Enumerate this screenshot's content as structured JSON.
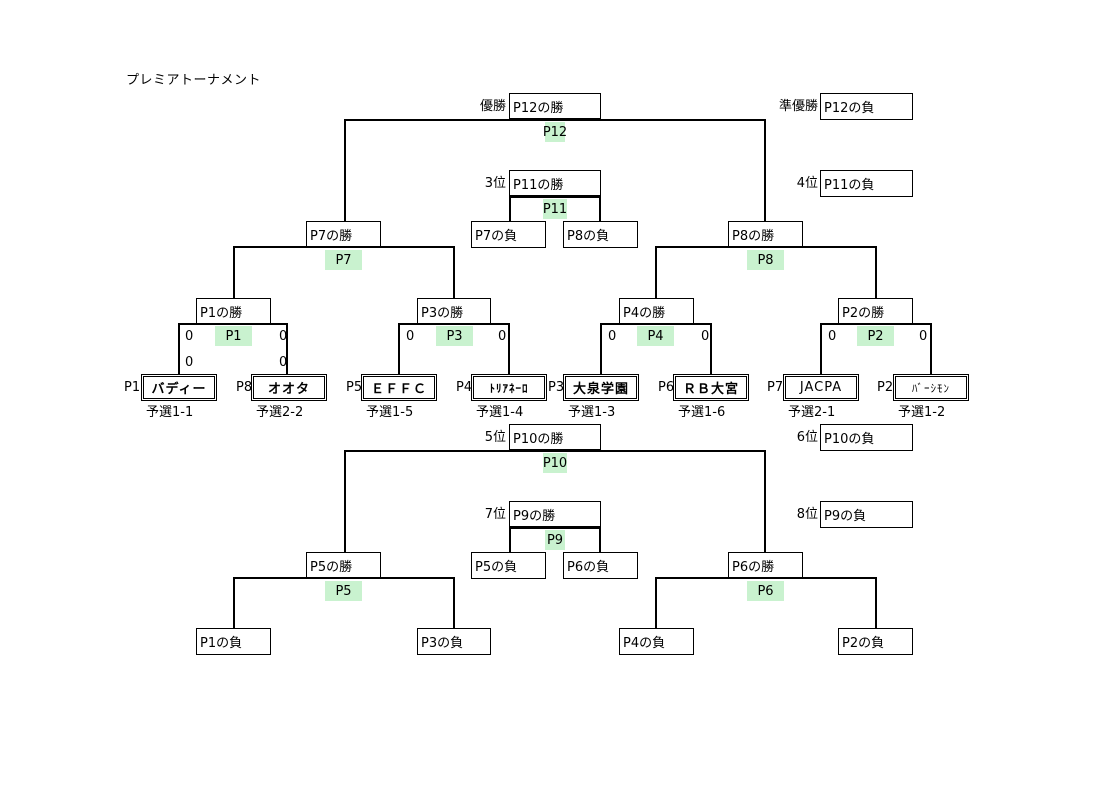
{
  "title": "プレミアトーナメント",
  "finals": {
    "champion": {
      "label": "優勝",
      "box": "P12の勝",
      "match": "P12"
    },
    "runner_up": {
      "label": "準優勝",
      "box": "P12の負"
    },
    "third": {
      "label": "3位",
      "box": "P11の勝",
      "match": "P11",
      "left": "P7の負",
      "right": "P8の負"
    },
    "fourth": {
      "label": "4位",
      "box": "P11の負"
    }
  },
  "semis": {
    "left": {
      "box": "P7の勝",
      "match": "P7"
    },
    "right": {
      "box": "P8の勝",
      "match": "P8"
    }
  },
  "quarters": [
    {
      "box": "P1の勝",
      "match": "P1",
      "score_left": "0",
      "score_right": "0",
      "score_left2": "0",
      "score_right2": "0"
    },
    {
      "box": "P3の勝",
      "match": "P3",
      "score_left": "0",
      "score_right": "0"
    },
    {
      "box": "P4の勝",
      "match": "P4",
      "score_left": "0",
      "score_right": "0"
    },
    {
      "box": "P2の勝",
      "match": "P2",
      "score_left": "0",
      "score_right": "0"
    }
  ],
  "teams": [
    {
      "slot": "P1",
      "name": "バディー",
      "qual": "予選1-1"
    },
    {
      "slot": "P8",
      "name": "オオタ",
      "qual": "予選2-2"
    },
    {
      "slot": "P5",
      "name": "ＥＦＦＣ",
      "qual": "予選1-5"
    },
    {
      "slot": "P4",
      "name": "ﾄﾘｱﾈｰﾛ",
      "qual": "予選1-4"
    },
    {
      "slot": "P3",
      "name": "大泉学園",
      "qual": "予選1-3"
    },
    {
      "slot": "P6",
      "name": "ＲＢ大宮",
      "qual": "予選1-6"
    },
    {
      "slot": "P7",
      "name": "JACPA",
      "qual": "予選2-1"
    },
    {
      "slot": "P2",
      "name": "ﾊﾞｰｼﾓﾝ",
      "qual": "予選1-2"
    }
  ],
  "placement": {
    "fifth": {
      "label": "5位",
      "box": "P10の勝",
      "match": "P10"
    },
    "sixth": {
      "label": "6位",
      "box": "P10の負"
    },
    "seventh": {
      "label": "7位",
      "box": "P9の勝",
      "match": "P9",
      "left": "P5の負",
      "right": "P6の負"
    },
    "eighth": {
      "label": "8位",
      "box": "P9の負"
    },
    "left": {
      "box": "P5の勝",
      "match": "P5",
      "a": "P1の負",
      "b": "P3の負"
    },
    "right": {
      "box": "P6の勝",
      "match": "P6",
      "a": "P4の負",
      "b": "P2の負"
    }
  }
}
